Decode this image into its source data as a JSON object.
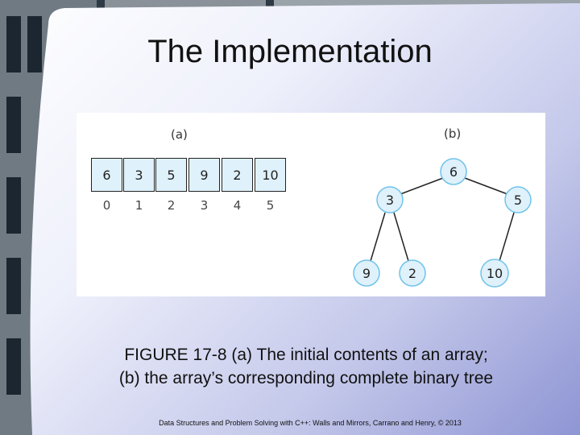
{
  "slide": {
    "title": "The Implementation",
    "label_a": "(a)",
    "label_b": "(b)",
    "caption_line1": "FIGURE 17-8 (a) The initial contents of an array;",
    "caption_line2": "(b) the array’s corresponding complete binary tree",
    "footer": "Data Structures and Problem Solving with C++: Walls and Mirrors, Carrano and Henry, © 2013"
  },
  "array": {
    "values": [
      "6",
      "3",
      "5",
      "9",
      "2",
      "10"
    ],
    "indices": [
      "0",
      "1",
      "2",
      "3",
      "4",
      "5"
    ]
  },
  "tree": {
    "nodes": [
      "6",
      "3",
      "5",
      "9",
      "2",
      "10"
    ]
  },
  "colors": {
    "cell_fill": "#dff1fb",
    "node_fill": "#dff1fb",
    "node_stroke": "#6fc3ea"
  }
}
